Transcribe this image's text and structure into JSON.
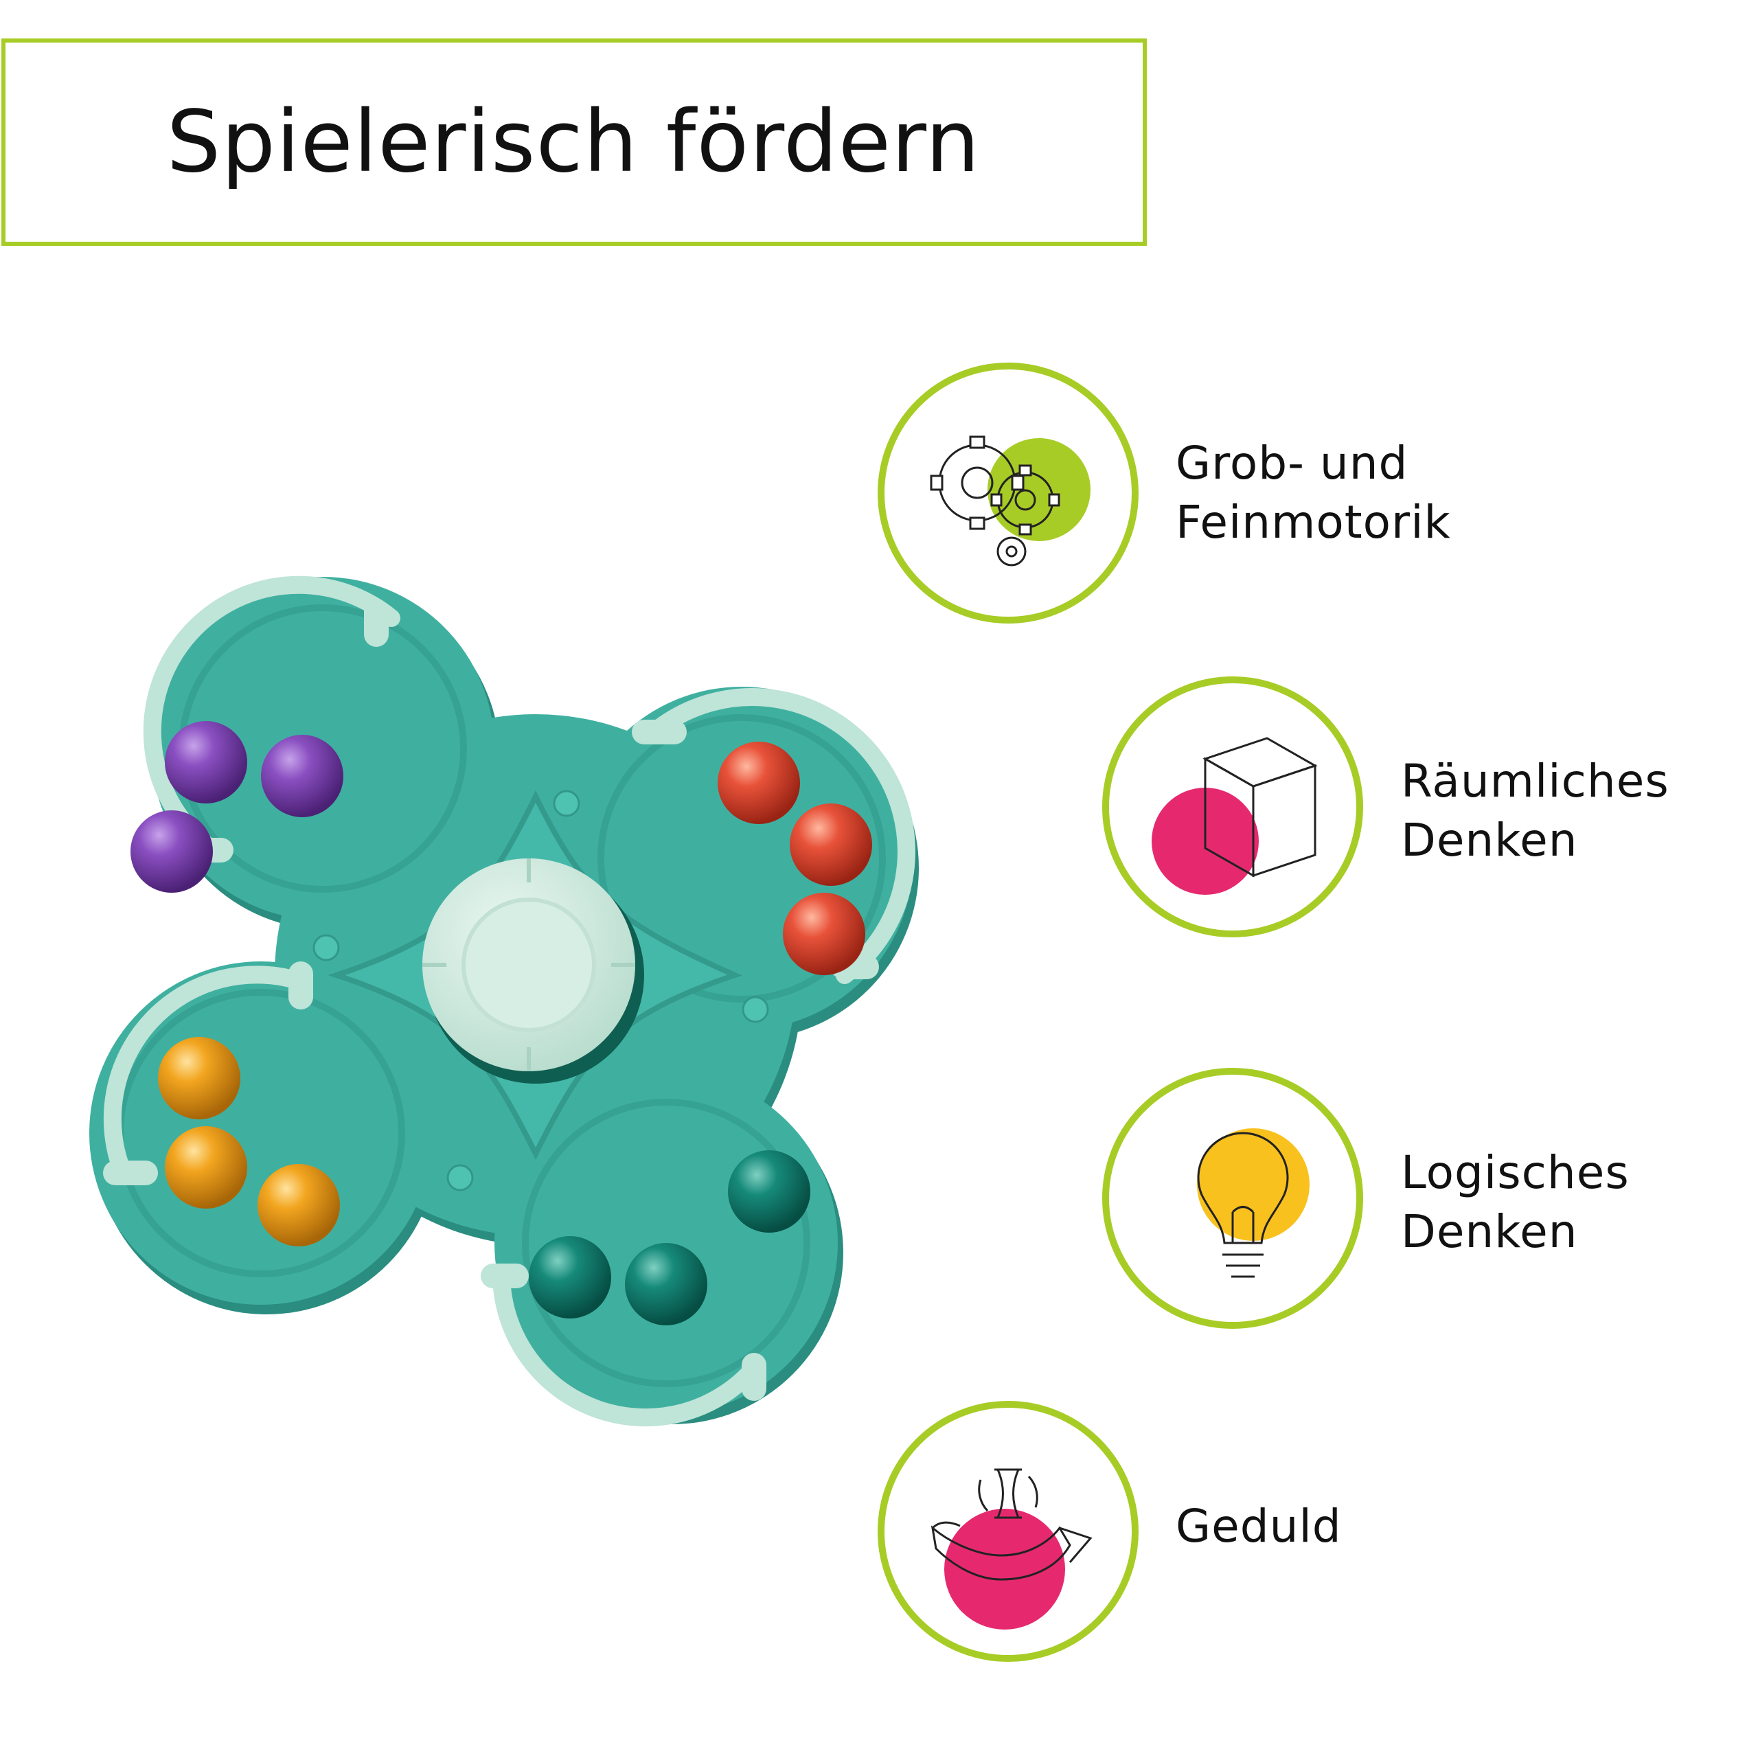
{
  "title": "Spielerisch fördern",
  "colors": {
    "accent_green": "#a8cc26",
    "accent_pink": "#e6296e",
    "accent_yellow": "#f8c11e",
    "toy_teal": "#3fb0a0",
    "toy_light": "#bfe4d8",
    "bead_purple": "#7a3fae",
    "bead_red": "#e04a32",
    "bead_orange": "#f0a21c",
    "bead_teal": "#138274"
  },
  "features": [
    {
      "icon": "gears-icon",
      "line1": "Grob- und",
      "line2": "Feinmotorik"
    },
    {
      "icon": "cube-icon",
      "line1": "Räumliches",
      "line2": "Denken"
    },
    {
      "icon": "lightbulb-icon",
      "line1": "Logisches",
      "line2": "Denken"
    },
    {
      "icon": "hand-hourglass-icon",
      "line1": "Geduld",
      "line2": ""
    }
  ],
  "product": {
    "icon": "bead-spinner-toy"
  }
}
